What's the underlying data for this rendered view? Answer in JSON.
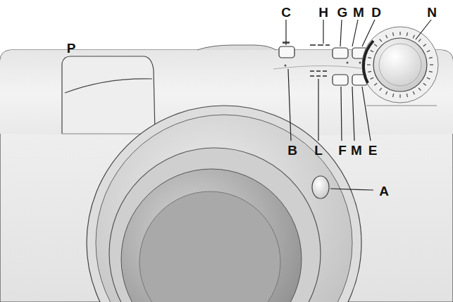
{
  "diagram": {
    "labels": [
      "C",
      "H",
      "G",
      "M",
      "D",
      "N",
      "P",
      "B",
      "L",
      "F",
      "M",
      "E",
      "A"
    ]
  }
}
